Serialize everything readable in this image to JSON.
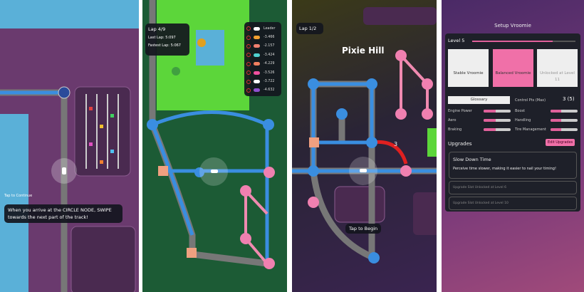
{
  "panel1": {
    "tap_hint": "Tap to Continue",
    "tutorial": "When you arrive at the CIRCLE NODE, SWIPE towards the next part of the track!"
  },
  "panel2": {
    "lap": "Lap 4/9",
    "last_lap": "Last Lap: 5:097",
    "fastest_lap": "Fastest Lap: 5:067",
    "leaderboard": [
      {
        "gap": "Leader",
        "color": "#ffffff"
      },
      {
        "gap": "-3.466",
        "color": "#f0a030"
      },
      {
        "gap": "-2.157",
        "color": "#f08070"
      },
      {
        "gap": "-3.424",
        "color": "#50d0d0"
      },
      {
        "gap": "-4.229",
        "color": "#f08060"
      },
      {
        "gap": "-3.526",
        "color": "#f050a0"
      },
      {
        "gap": "-3.722",
        "color": "#ffffff"
      },
      {
        "gap": "-4.632",
        "color": "#9050d0"
      }
    ]
  },
  "panel3": {
    "lap": "Lap 1/2",
    "track_name": "Pixie Hill",
    "counter": "3",
    "tap_begin": "Tap to Begin"
  },
  "panel4": {
    "title": "Setup Vroomie",
    "level": "Level 5",
    "level_progress": 0.78,
    "options": [
      {
        "label": "Stable Vroomie",
        "state": "available"
      },
      {
        "label": "Balanced Vroomie",
        "state": "selected"
      },
      {
        "label": "Unlocked at Level 11",
        "state": "locked"
      }
    ],
    "glossary": "Glossary",
    "control_pts_label": "Control Pts (Max)",
    "control_pts_value": "3 (5)",
    "stats": [
      {
        "name": "Engine Power",
        "level": 0.45
      },
      {
        "name": "Aero",
        "level": 0.45
      },
      {
        "name": "Braking",
        "level": 0.45
      },
      {
        "name": "Boost",
        "level": 0.4
      },
      {
        "name": "Handling",
        "level": 0.4
      },
      {
        "name": "Tire Management",
        "level": 0.4
      }
    ],
    "upgrades_label": "Upgrades",
    "edit_upgrades": "Edit Upgrades",
    "upgrade_title": "Slow Down Time",
    "upgrade_desc": "Perceive time slower, making it easier to nail your timing!",
    "slot_1": "Upgrade Slot Unlocked at Level 6",
    "slot_2": "Upgrade Slot Unlocked at Level 10"
  },
  "colors": {
    "track_blue": "#3a8ee0",
    "node_pink": "#f080b0",
    "accent_pink": "#f070a8"
  }
}
